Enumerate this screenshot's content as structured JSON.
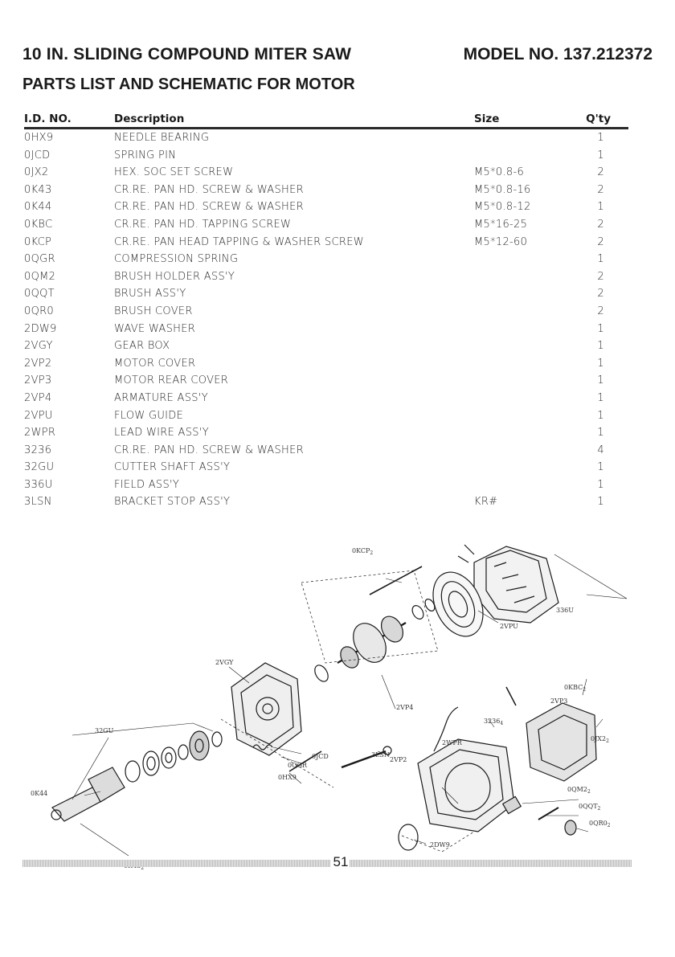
{
  "header": {
    "title": "10 IN. SLIDING COMPOUND MITER SAW",
    "model": "MODEL NO. 137.212372",
    "subtitle": "PARTS LIST AND SCHEMATIC FOR MOTOR"
  },
  "table": {
    "columns": {
      "id": "I.D. NO.",
      "desc": "Description",
      "size": "Size",
      "qty": "Q'ty"
    },
    "rows": [
      {
        "id": "0HX9",
        "desc": "NEEDLE BEARING",
        "size": "",
        "qty": "1"
      },
      {
        "id": "0JCD",
        "desc": "SPRING PIN",
        "size": "",
        "qty": "1"
      },
      {
        "id": "0JX2",
        "desc": "HEX. SOC SET SCREW",
        "size": "M5*0.8-6",
        "qty": "2"
      },
      {
        "id": "0K43",
        "desc": "CR.RE. PAN HD. SCREW & WASHER",
        "size": "M5*0.8-16",
        "qty": "2"
      },
      {
        "id": "0K44",
        "desc": "CR.RE. PAN HD. SCREW & WASHER",
        "size": "M5*0.8-12",
        "qty": "1"
      },
      {
        "id": "0KBC",
        "desc": "CR.RE. PAN HD. TAPPING SCREW",
        "size": "M5*16-25",
        "qty": "2"
      },
      {
        "id": "0KCP",
        "desc": "CR.RE. PAN HEAD TAPPING & WASHER SCREW",
        "size": "M5*12-60",
        "qty": "2"
      },
      {
        "id": "0QGR",
        "desc": "COMPRESSION SPRING",
        "size": "",
        "qty": "1"
      },
      {
        "id": "0QM2",
        "desc": "BRUSH HOLDER ASS'Y",
        "size": "",
        "qty": "2"
      },
      {
        "id": "0QQT",
        "desc": "BRUSH ASS'Y",
        "size": "",
        "qty": "2"
      },
      {
        "id": "0QR0",
        "desc": "BRUSH COVER",
        "size": "",
        "qty": "2"
      },
      {
        "id": "2DW9",
        "desc": "WAVE WASHER",
        "size": "",
        "qty": "1"
      },
      {
        "id": "2VGY",
        "desc": "GEAR BOX",
        "size": "",
        "qty": "1"
      },
      {
        "id": "2VP2",
        "desc": "MOTOR COVER",
        "size": "",
        "qty": "1"
      },
      {
        "id": "2VP3",
        "desc": "MOTOR REAR COVER",
        "size": "",
        "qty": "1"
      },
      {
        "id": "2VP4",
        "desc": "ARMATURE ASS'Y",
        "size": "",
        "qty": "1"
      },
      {
        "id": "2VPU",
        "desc": "FLOW GUIDE",
        "size": "",
        "qty": "1"
      },
      {
        "id": "2WPR",
        "desc": "LEAD WIRE ASS'Y",
        "size": "",
        "qty": "1"
      },
      {
        "id": "3236",
        "desc": "CR.RE. PAN HD. SCREW & WASHER",
        "size": "",
        "qty": "4"
      },
      {
        "id": "32GU",
        "desc": "CUTTER SHAFT ASS'Y",
        "size": "",
        "qty": "1"
      },
      {
        "id": "336U",
        "desc": "FIELD ASS'Y",
        "size": "",
        "qty": "1"
      },
      {
        "id": "3LSN",
        "desc": "BRACKET STOP ASS'Y",
        "size": "KR#",
        "qty": "1"
      }
    ]
  },
  "diagram": {
    "labels": {
      "kcp": "0KCP",
      "field": "336U",
      "flow": "2VPU",
      "gearbox": "2VGY",
      "armature": "2VP4",
      "kbc": "0KBC",
      "rear": "2VP3",
      "screw3236": "3236",
      "jx2": "0JX2",
      "shaft": "32GU",
      "wire": "2WPR",
      "lsn": "3LSN",
      "motor": "2VP2",
      "jcd": "0JCD",
      "qgr": "0QGR",
      "hx9": "0HX9",
      "k44": "0K44",
      "qm2": "0QM2",
      "qqt": "0QQT",
      "qr0": "0QR0",
      "dw9": "2DW9",
      "k43": "0K43"
    },
    "subscripts": {
      "kcp": "2",
      "kbc": "2",
      "screw3236": "4",
      "jx2": "2",
      "qm2": "2",
      "qqt": "2",
      "qr0": "2",
      "k43": "2"
    }
  },
  "footer": {
    "page": "51"
  }
}
